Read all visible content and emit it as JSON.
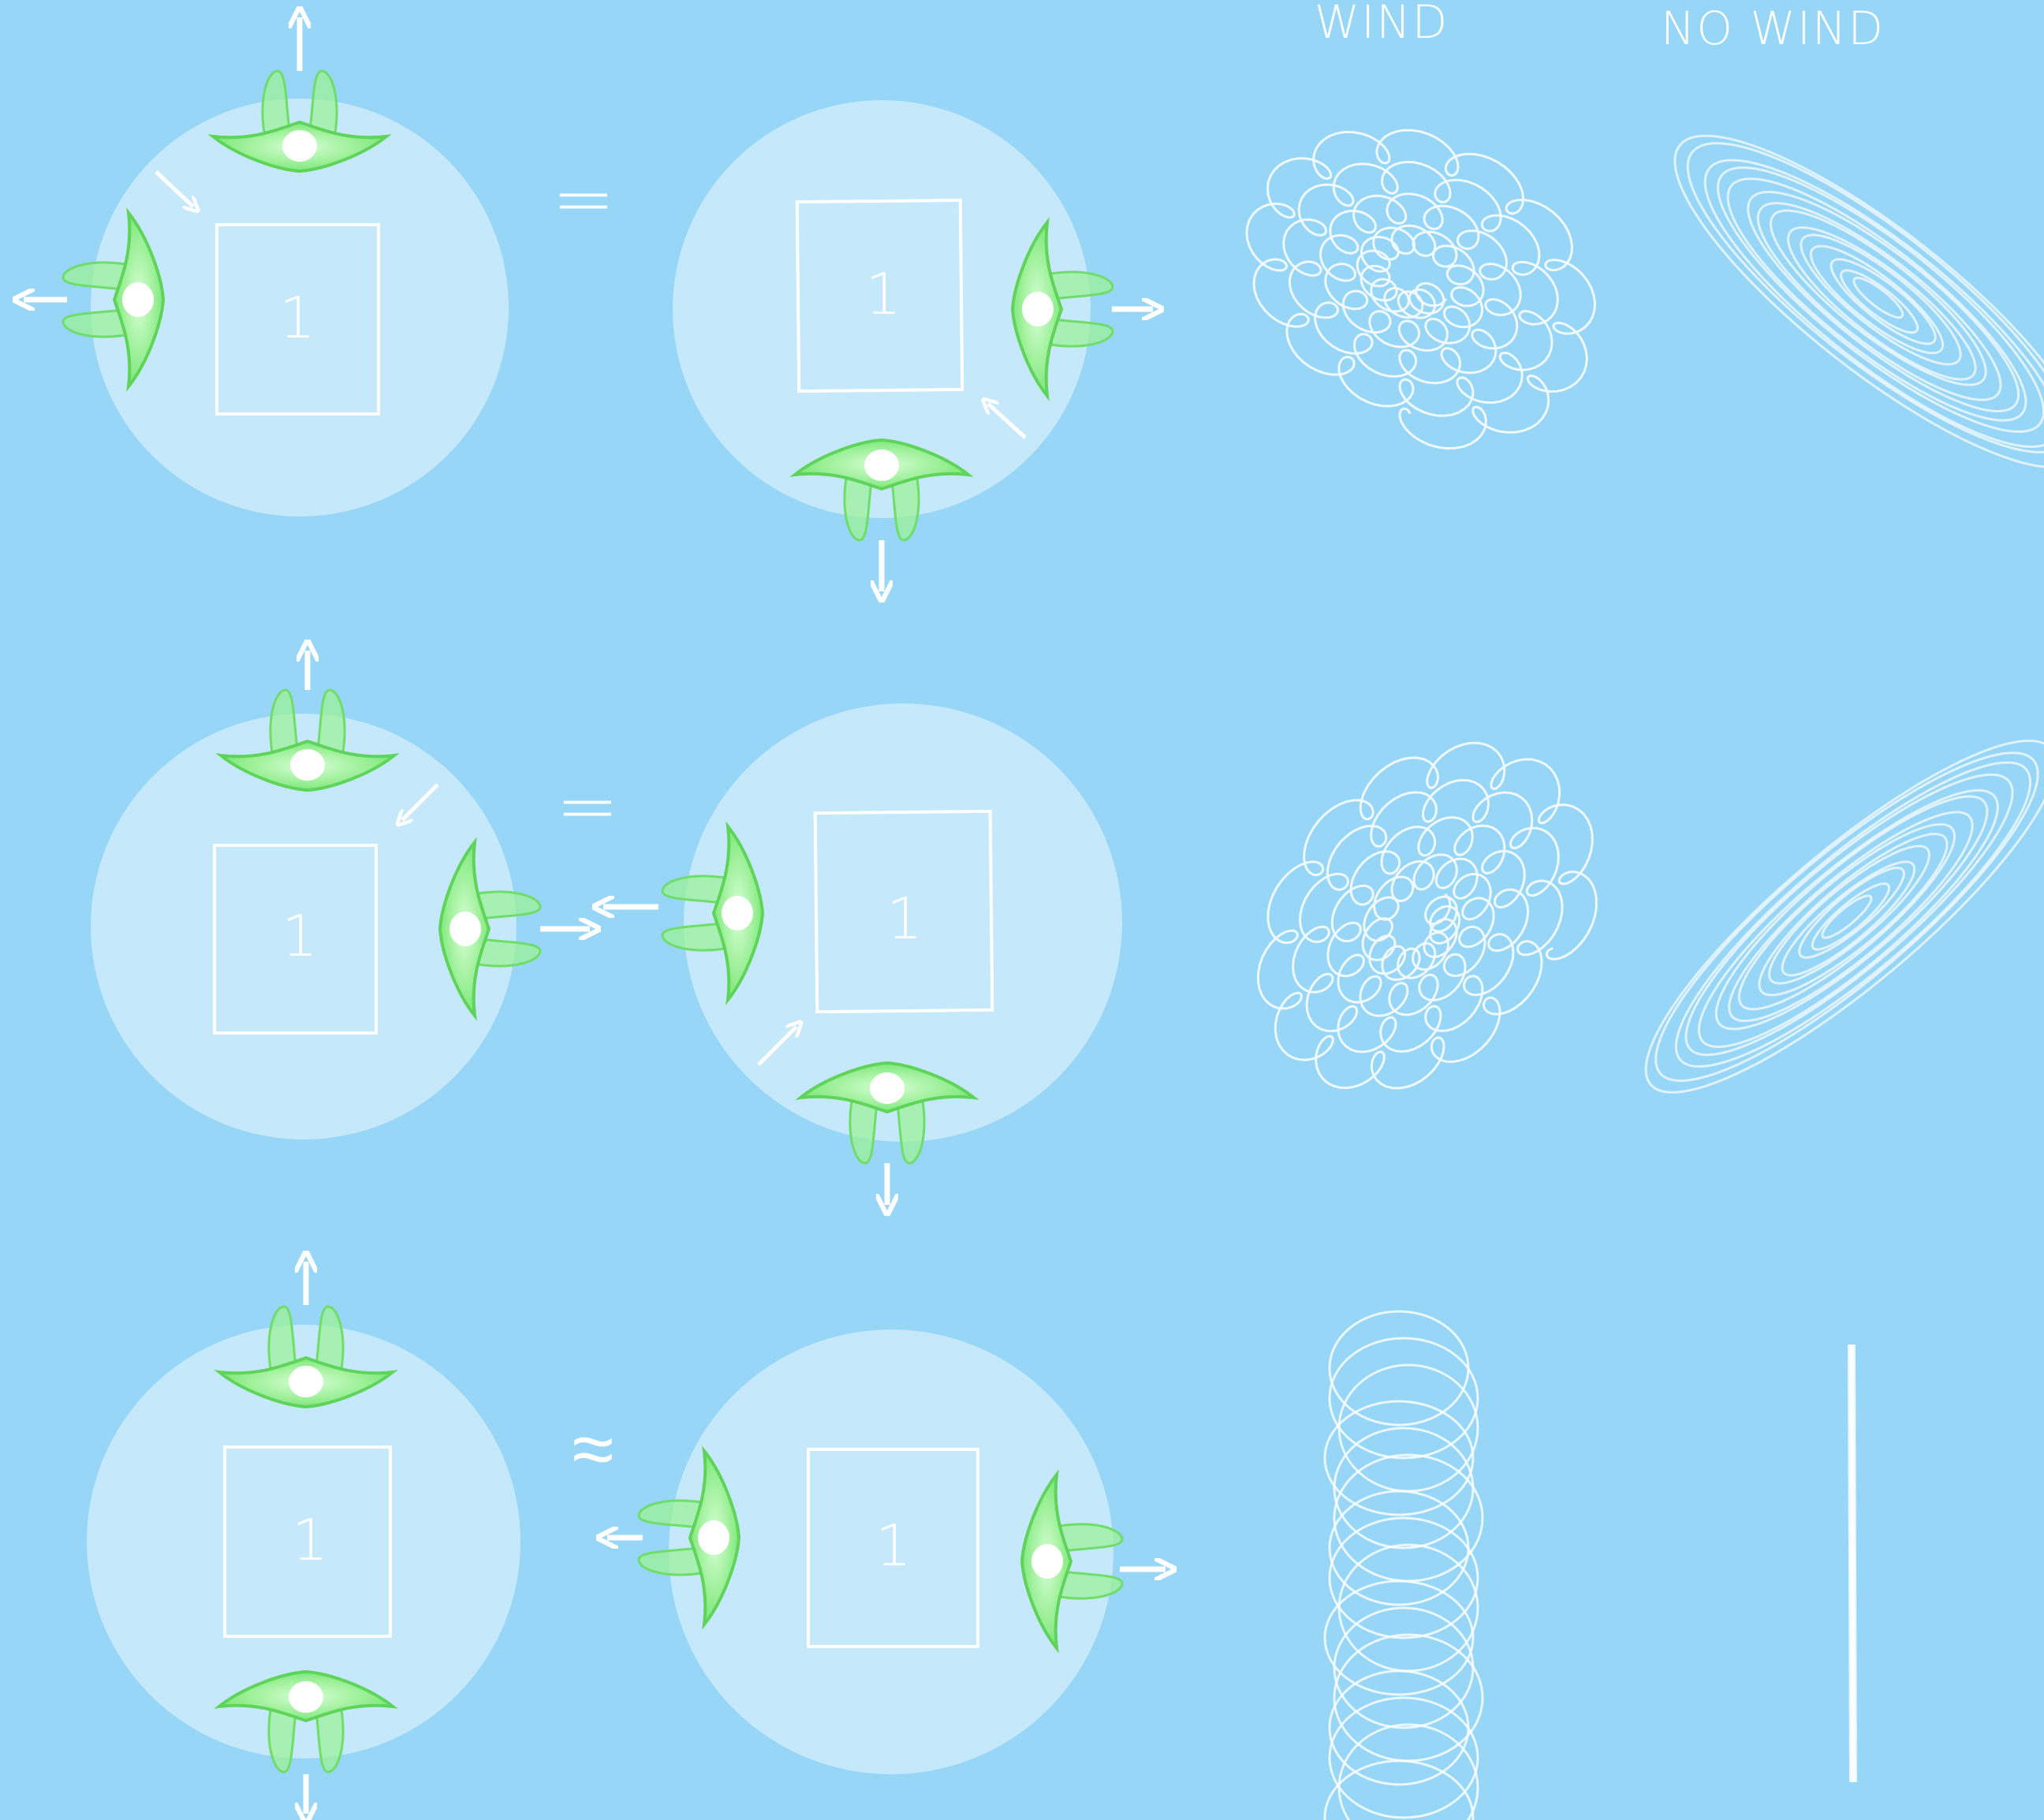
{
  "headers": {
    "wind": "WIND",
    "no_wind": "NO WIND"
  },
  "rows": [
    {
      "symbol": "=",
      "left_number": "1",
      "right_number": "1",
      "wind_pattern": "flower-loops",
      "no_wind_pattern": "ellipse-tilted-down"
    },
    {
      "symbol": "=",
      "left_number": "1",
      "right_number": "1",
      "wind_pattern": "flower-loops",
      "no_wind_pattern": "ellipse-tilted-up"
    },
    {
      "symbol": "≈",
      "left_number": "1",
      "right_number": "1",
      "wind_pattern": "vertical-loops",
      "no_wind_pattern": "vertical-line"
    }
  ],
  "colors": {
    "background": "#97d6f6",
    "disc": "#cdebfa",
    "propeller": "#8ff08a",
    "line": "#ffffff"
  },
  "icons": [
    "propeller-icon",
    "arrow-icon",
    "loop-pattern-icon"
  ]
}
